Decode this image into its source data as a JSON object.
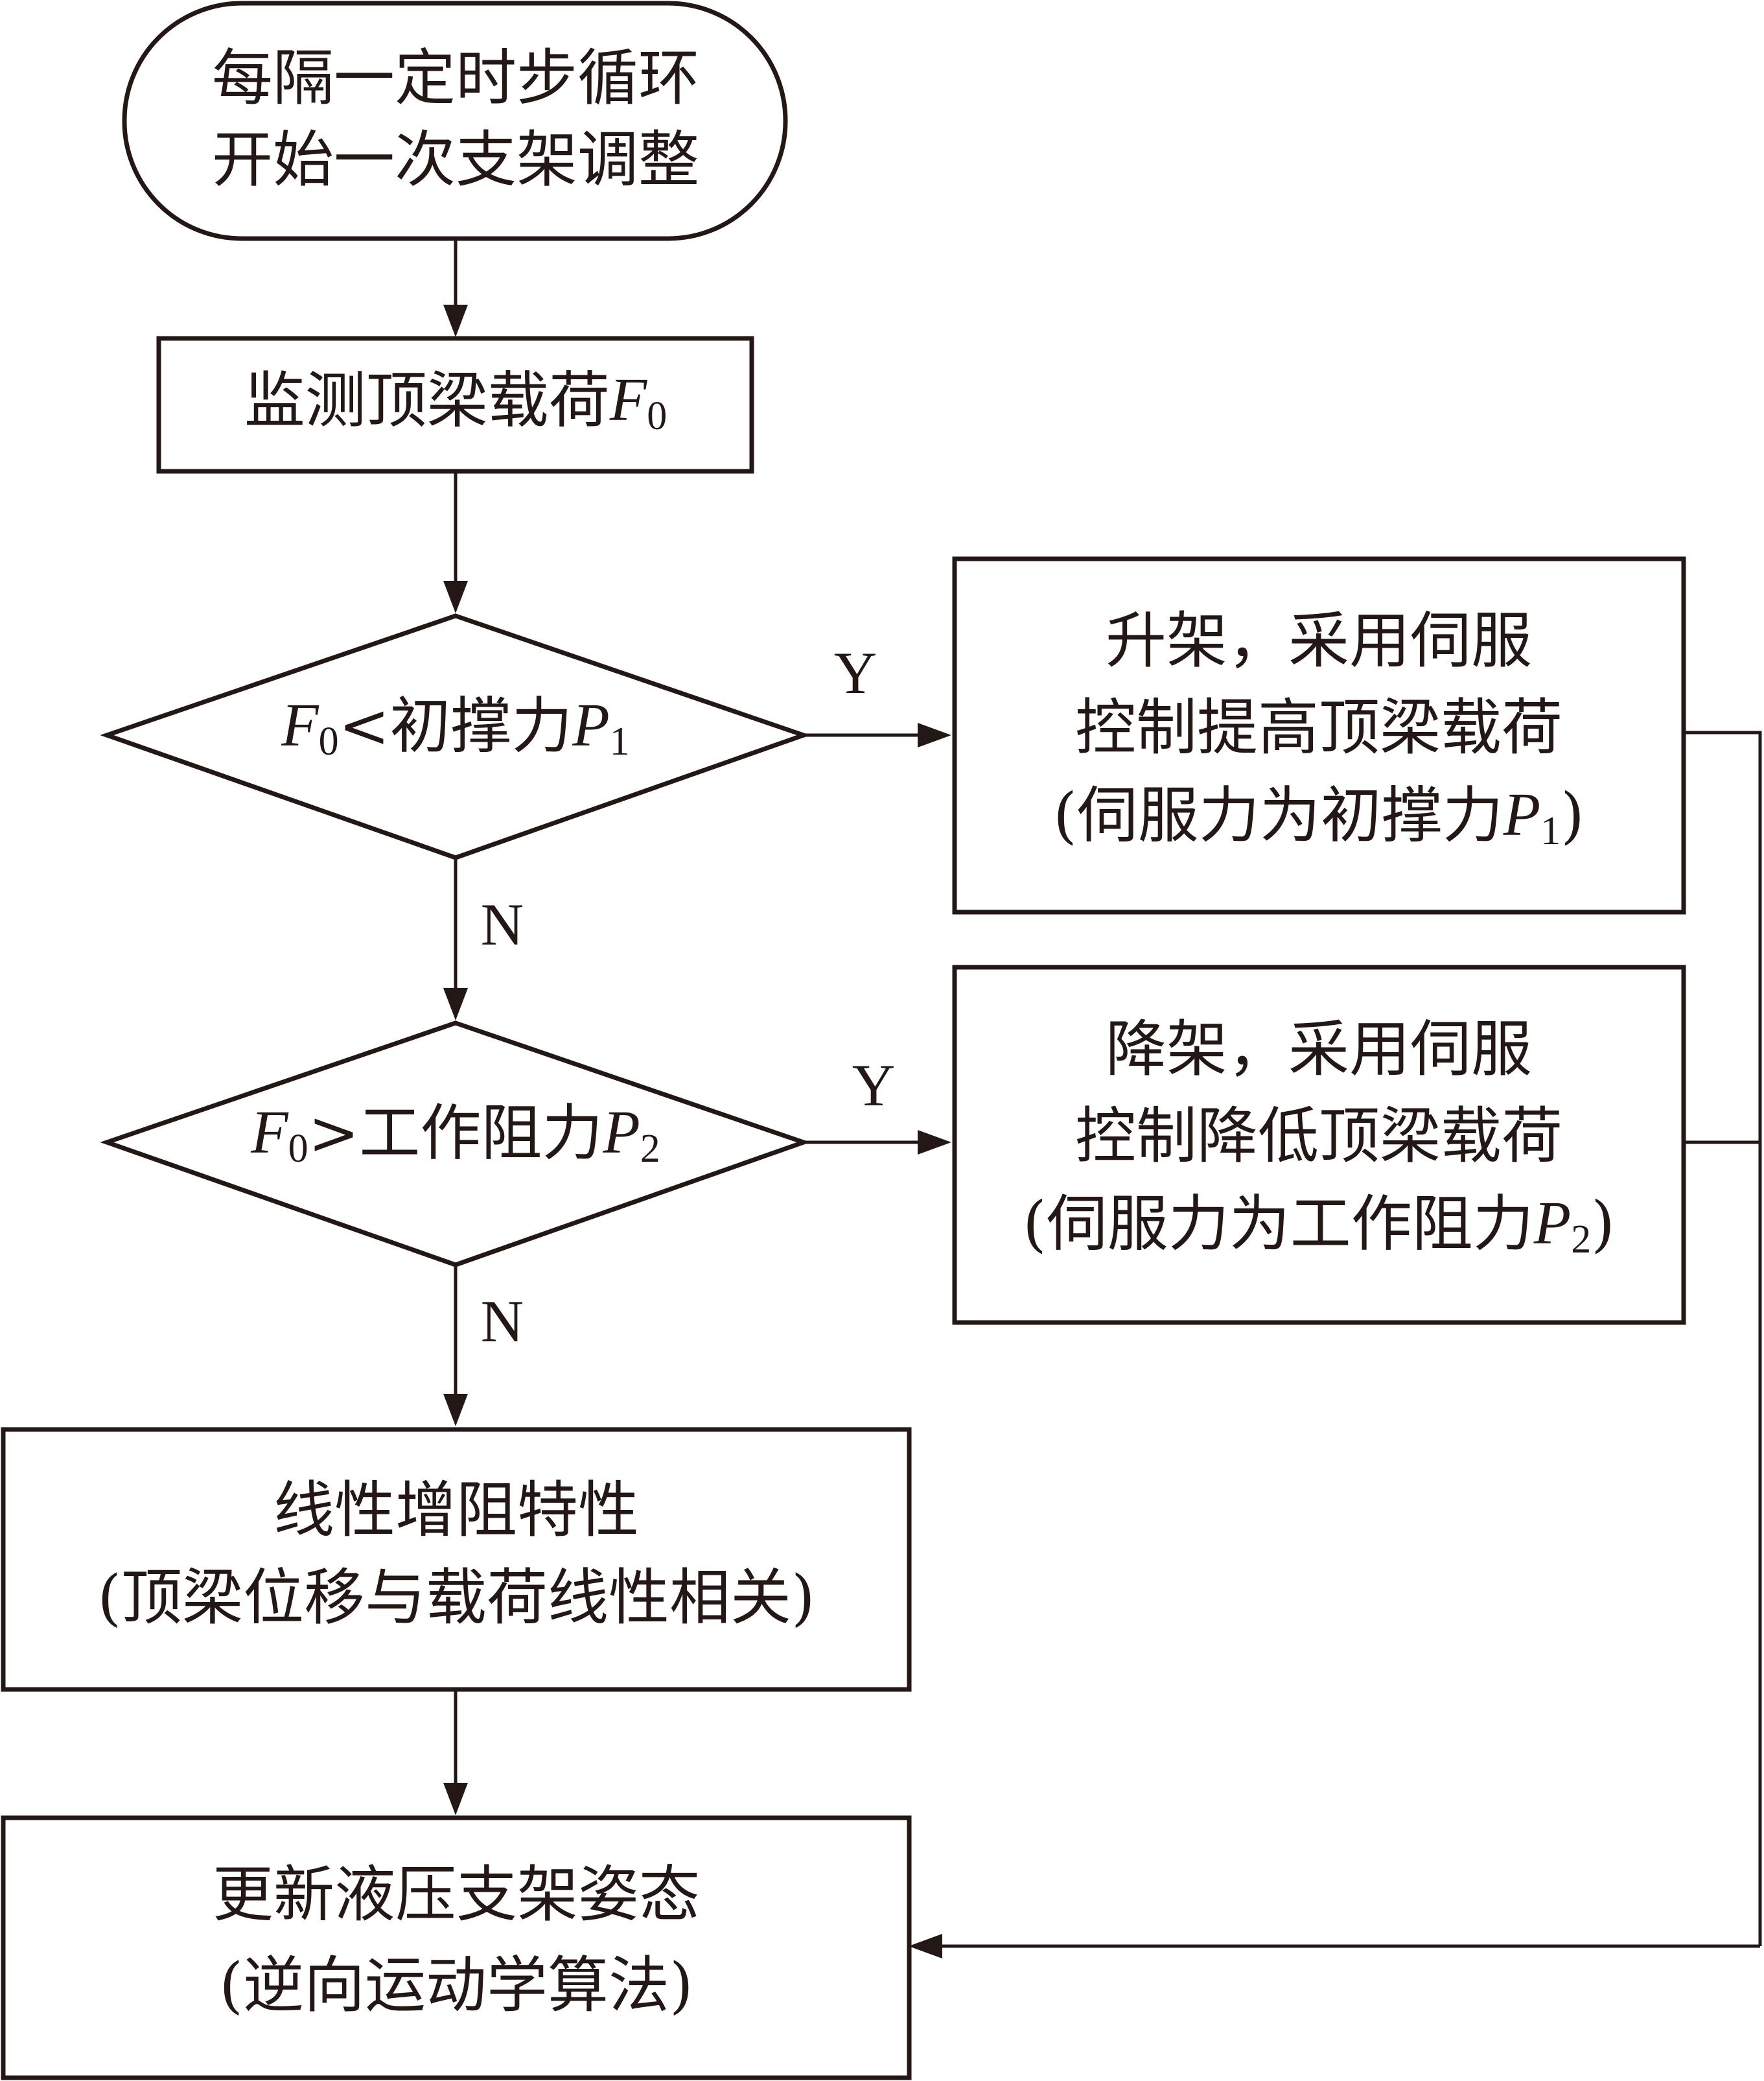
{
  "nodes": {
    "start": {
      "line1": "每隔一定时步循环",
      "line2": "开始一次支架调整"
    },
    "monitor": {
      "text": "监测顶梁载荷",
      "var": "F",
      "var_sub": "0"
    },
    "decision1": {
      "var": "F",
      "var_sub": "0",
      "text": "<初撑力",
      "var2": "P",
      "var2_sub": "1"
    },
    "decision2": {
      "var": "F",
      "var_sub": "0",
      "text": ">工作阻力",
      "var2": "P",
      "var2_sub": "2"
    },
    "raise": {
      "line1": "升架，采用伺服",
      "line2": "控制提高顶梁载荷",
      "line3_pre": "(伺服力为初撑力",
      "line3_var": "P",
      "line3_sub": "1",
      "line3_post": ")"
    },
    "lower": {
      "line1": "降架，采用伺服",
      "line2": "控制降低顶梁载荷",
      "line3_pre": "(伺服力为工作阻力",
      "line3_var": "P",
      "line3_sub": "2",
      "line3_post": ")"
    },
    "linear": {
      "line1": "线性增阻特性",
      "line2": "(顶梁位移与载荷线性相关)"
    },
    "update": {
      "line1": "更新液压支架姿态",
      "line2": "(逆向运动学算法)"
    }
  },
  "edges": {
    "d1_yes": "Y",
    "d1_no": "N",
    "d2_yes": "Y",
    "d2_no": "N"
  },
  "colors": {
    "stroke": "#231815",
    "background": "#ffffff"
  }
}
